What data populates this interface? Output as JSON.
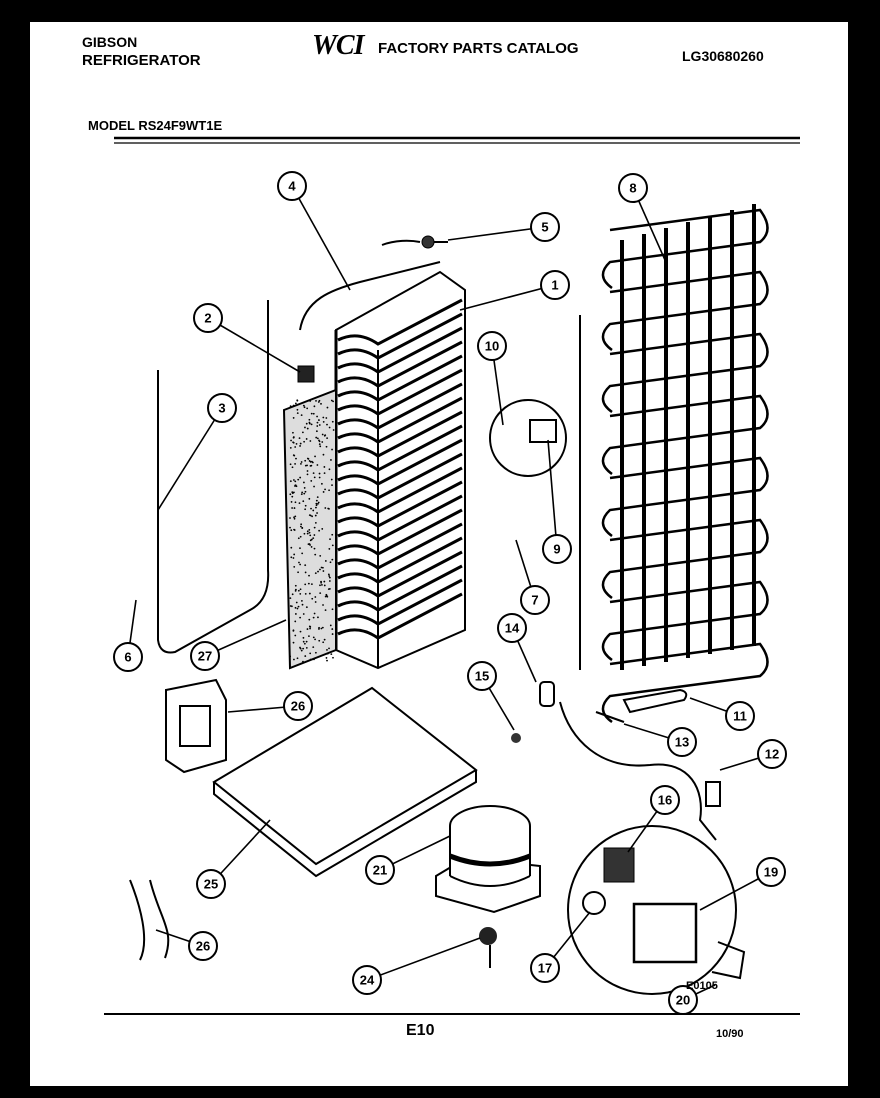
{
  "header": {
    "brand_line1": "GIBSON",
    "brand_line2": "REFRIGERATOR",
    "logo": "WCI",
    "catalog_title": "FACTORY PARTS CATALOG",
    "catalog_number": "LG30680260",
    "model": "MODEL RS24F9WT1E"
  },
  "footer": {
    "page": "E10",
    "date": "10/90",
    "figure_ref": "E0105"
  },
  "callouts": [
    {
      "id": "callout-1",
      "label": "1"
    },
    {
      "id": "callout-2",
      "label": "2"
    },
    {
      "id": "callout-3",
      "label": "3"
    },
    {
      "id": "callout-4",
      "label": "4"
    },
    {
      "id": "callout-5",
      "label": "5"
    },
    {
      "id": "callout-6",
      "label": "6"
    },
    {
      "id": "callout-7",
      "label": "7"
    },
    {
      "id": "callout-8",
      "label": "8"
    },
    {
      "id": "callout-9",
      "label": "9"
    },
    {
      "id": "callout-10",
      "label": "10"
    },
    {
      "id": "callout-11",
      "label": "11"
    },
    {
      "id": "callout-12",
      "label": "12"
    },
    {
      "id": "callout-13",
      "label": "13"
    },
    {
      "id": "callout-14",
      "label": "14"
    },
    {
      "id": "callout-15",
      "label": "15"
    },
    {
      "id": "callout-16",
      "label": "16"
    },
    {
      "id": "callout-17",
      "label": "17"
    },
    {
      "id": "callout-19",
      "label": "19"
    },
    {
      "id": "callout-20",
      "label": "20"
    },
    {
      "id": "callout-21",
      "label": "21"
    },
    {
      "id": "callout-24",
      "label": "24"
    },
    {
      "id": "callout-25",
      "label": "25"
    },
    {
      "id": "callout-26a",
      "label": "26"
    },
    {
      "id": "callout-26b",
      "label": "26"
    },
    {
      "id": "callout-27",
      "label": "27"
    }
  ]
}
